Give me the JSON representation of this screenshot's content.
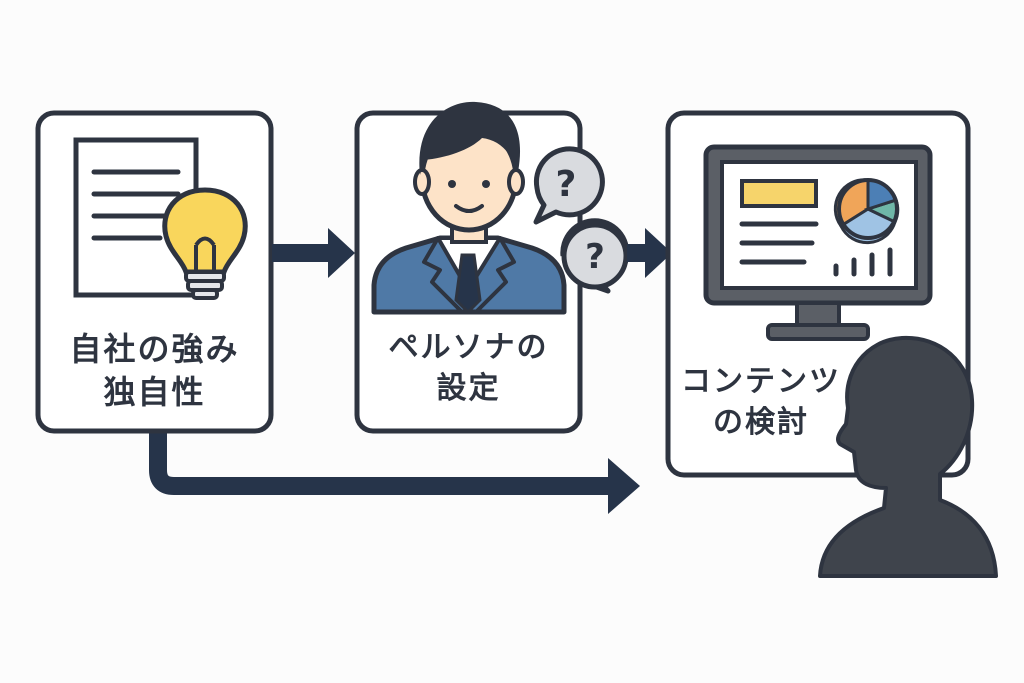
{
  "boxes": [
    {
      "id": "strengths",
      "lines": [
        "自社の強み",
        "独自性"
      ]
    },
    {
      "id": "persona",
      "lines": [
        "ペルソナの",
        "設定"
      ]
    },
    {
      "id": "content",
      "lines": [
        "コンテンツ",
        "の検討"
      ]
    }
  ],
  "icons": [
    "document-icon",
    "lightbulb-icon",
    "businessman-icon",
    "question-bubble-icon",
    "monitor-icon",
    "pie-chart-icon",
    "person-silhouette-icon"
  ],
  "colors": {
    "outline": "#2e3440",
    "arrow": "#26344a",
    "bulb": "#f9d65c",
    "suit": "#4f79a6",
    "skin": "#fde3c8",
    "hair": "#2e3440",
    "bubble": "#d9dbdf",
    "monitor_frame": "#5b5f66",
    "bar": "#f6d46b",
    "pie": [
      "#f0a559",
      "#9fc3e4",
      "#6fb7a8",
      "#4c7fb5"
    ],
    "silhouette": "#3f444c"
  }
}
